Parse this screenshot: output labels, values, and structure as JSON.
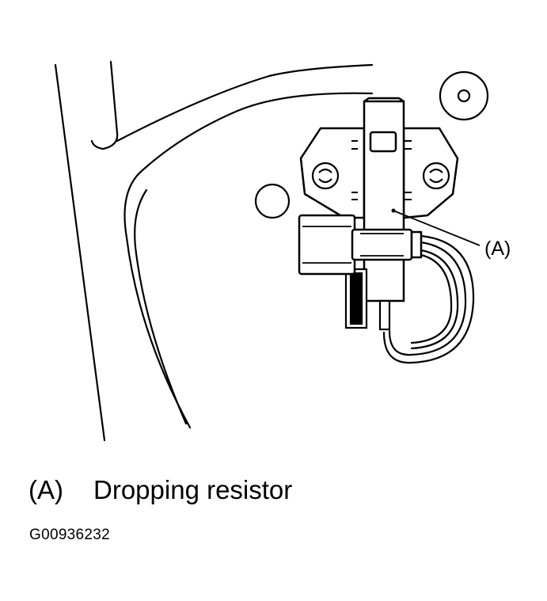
{
  "diagram": {
    "callout_label": "(A)",
    "caption_key": "(A)",
    "caption_text": "Dropping resistor",
    "figure_id": "G00936232"
  }
}
